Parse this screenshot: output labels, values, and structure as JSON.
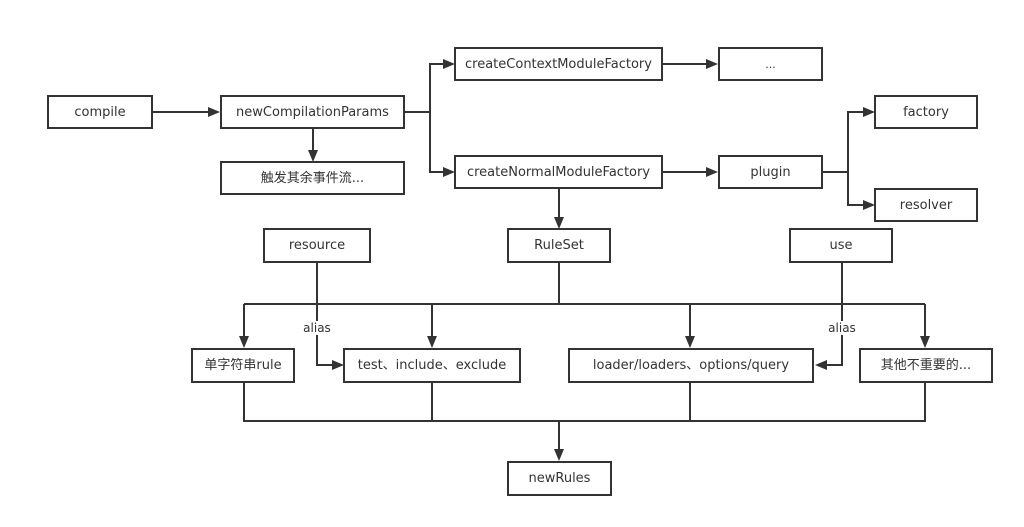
{
  "diagram": {
    "nodes": {
      "compile": "compile",
      "newCompilationParams": "newCompilationParams",
      "triggerOtherEvents": "触发其余事件流...",
      "createContextModuleFactory": "createContextModuleFactory",
      "contextEllipsis": "...",
      "createNormalModuleFactory": "createNormalModuleFactory",
      "plugin": "plugin",
      "factory": "factory",
      "resolver": "resolver",
      "resource": "resource",
      "ruleSet": "RuleSet",
      "use": "use",
      "singleStringRule": "单字符串rule",
      "testIncludeExclude": "test、include、exclude",
      "loaderOptions": "loader/loaders、options/query",
      "otherUnimportant": "其他不重要的...",
      "newRules": "newRules"
    },
    "edge_labels": {
      "resource_alias": "alias",
      "use_alias": "alias"
    },
    "edges": [
      [
        "compile",
        "newCompilationParams"
      ],
      [
        "newCompilationParams",
        "triggerOtherEvents"
      ],
      [
        "newCompilationParams",
        "createContextModuleFactory"
      ],
      [
        "newCompilationParams",
        "createNormalModuleFactory"
      ],
      [
        "createContextModuleFactory",
        "contextEllipsis"
      ],
      [
        "createNormalModuleFactory",
        "plugin"
      ],
      [
        "plugin",
        "factory"
      ],
      [
        "plugin",
        "resolver"
      ],
      [
        "createNormalModuleFactory",
        "ruleSet"
      ],
      [
        "ruleSet",
        "singleStringRule"
      ],
      [
        "ruleSet",
        "testIncludeExclude"
      ],
      [
        "ruleSet",
        "loaderOptions"
      ],
      [
        "ruleSet",
        "otherUnimportant"
      ],
      [
        "resource",
        "testIncludeExclude",
        "alias"
      ],
      [
        "use",
        "loaderOptions",
        "alias"
      ],
      [
        "singleStringRule",
        "newRules"
      ],
      [
        "testIncludeExclude",
        "newRules"
      ],
      [
        "loaderOptions",
        "newRules"
      ],
      [
        "otherUnimportant",
        "newRules"
      ]
    ]
  }
}
